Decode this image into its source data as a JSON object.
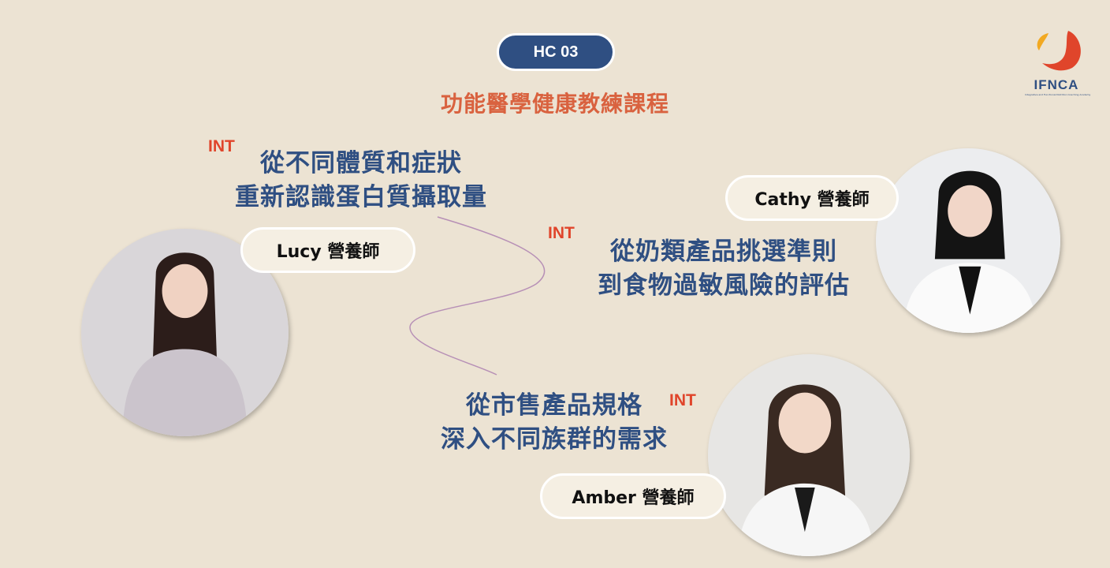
{
  "course_code": "HC 03",
  "course_title": "功能醫學健康教練課程",
  "logo": {
    "name": "IFNCA",
    "tagline": "Integrative and Functional Nutrition Coaching Academy",
    "colors": [
      "#f2a922",
      "#e0452b"
    ]
  },
  "colors": {
    "background": "#ece3d3",
    "primary": "#2f4f82",
    "accent": "#d9623f",
    "int": "#e0452b"
  },
  "sessions": [
    {
      "tag": "INT",
      "lines": [
        "從不同體質和症狀",
        "重新認識蛋白質攝取量"
      ],
      "speaker": "Lucy 營養師"
    },
    {
      "tag": "INT",
      "lines": [
        "從奶類產品挑選準則",
        "到食物過敏風險的評估"
      ],
      "speaker": "Cathy 營養師"
    },
    {
      "tag": "INT",
      "lines": [
        "從市售產品規格",
        "深入不同族群的需求"
      ],
      "speaker": "Amber 營養師"
    }
  ]
}
